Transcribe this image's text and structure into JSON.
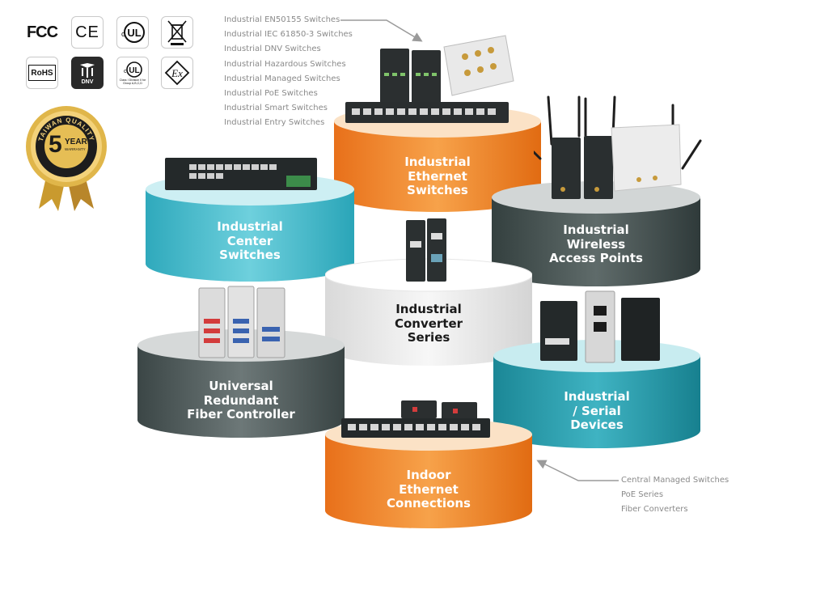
{
  "certifications": [
    {
      "name": "fcc-mark",
      "label": "FCC"
    },
    {
      "name": "ce-mark",
      "label": "CE"
    },
    {
      "name": "ul-mark",
      "label": "UL"
    },
    {
      "name": "weee-mark",
      "label": ""
    },
    {
      "name": "rohs-mark",
      "label": "RoHS"
    },
    {
      "name": "dnv-mark",
      "label": "DNV"
    },
    {
      "name": "ul-class1-mark",
      "label": "Class I Division II for Group A,B,C,D"
    },
    {
      "name": "ex-mark",
      "label": "Ex"
    }
  ],
  "badge": {
    "ring_text": "TAIWAN QUALITY",
    "number": "5",
    "year": "YEAR",
    "warranty": "WARRANTY"
  },
  "top_list": [
    "Industrial EN50155 Switches",
    "Industrial IEC 61850-3 Switches",
    "Industrial DNV Switches",
    "Industrial Hazardous Switches",
    "Industrial Managed Switches",
    "Industrial PoE Switches",
    "Industrial Smart Switches",
    "Industrial Entry Switches"
  ],
  "bottom_list": [
    "Central Managed Switches",
    "PoE Series",
    "Fiber Converters"
  ],
  "categories": {
    "ethernet": {
      "lines": [
        "Industrial",
        "Ethernet",
        "Switches"
      ],
      "color": "#ee7a1e"
    },
    "center": {
      "lines": [
        "Industrial",
        "Center",
        "Switches"
      ],
      "color": "#3cb6c8"
    },
    "wireless": {
      "lines": [
        "Industrial",
        "Wireless",
        "Access Points"
      ],
      "color": "#3d4a4d"
    },
    "converter": {
      "lines": [
        "Industrial",
        "Converter",
        "Series"
      ],
      "color": "#e8e8e8"
    },
    "fiber": {
      "lines": [
        "Universal",
        "Redundant",
        "Fiber Controller"
      ],
      "color": "#4f5a5c"
    },
    "serial": {
      "lines": [
        "Industrial",
        "/ Serial",
        "Devices"
      ],
      "color": "#1f93a3"
    },
    "indoor": {
      "lines": [
        "Indoor",
        "Ethernet",
        "Connections"
      ],
      "color": "#ee7a1e"
    }
  }
}
